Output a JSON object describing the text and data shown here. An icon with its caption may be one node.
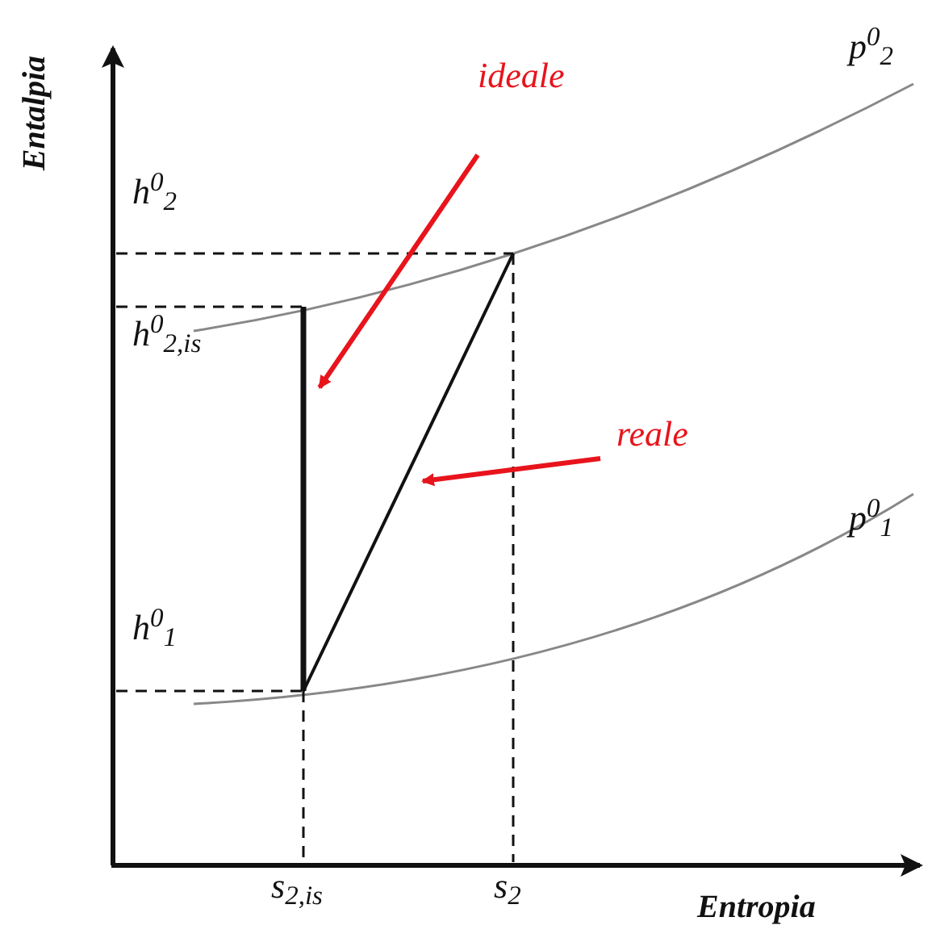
{
  "diagram": {
    "nodes": [
      {
        "text": [
          "ideale"
        ]
      },
      {
        "text": [
          "reale"
        ]
      }
    ],
    "edges": [
      {
        "from": 0,
        "to": null,
        "arrow": "to"
      },
      {
        "from": 1,
        "to": null,
        "arrow": "to"
      }
    ],
    "labels": [
      "p$^{0}$$_{2}$",
      "h$^{0}$$_{2}$",
      "Entalpia",
      "h$^{0}$$_{2,is}$",
      "p$^{0}$$_{1}$",
      "h$^{0}$$_{1}$",
      "s$_{2,is}$",
      "s$_{2}$",
      "Entropia"
    ]
  }
}
